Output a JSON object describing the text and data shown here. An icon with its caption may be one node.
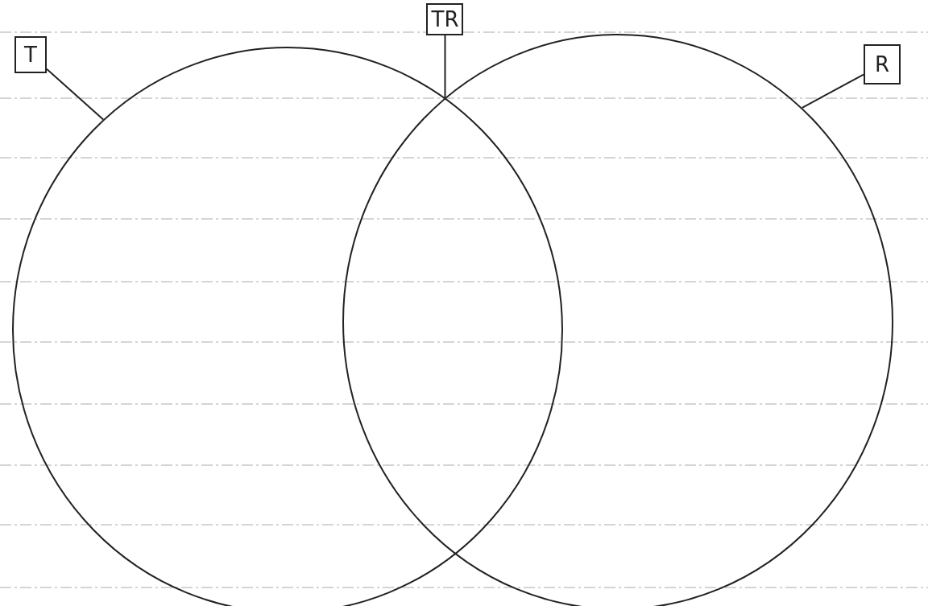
{
  "diagram": {
    "nodes": [
      {
        "text": [
          "T"
        ]
      },
      {
        "text": [
          "TR"
        ]
      },
      {
        "text": [
          "R"
        ]
      },
      {
        "text": [],
        "shape": "circle"
      },
      {
        "text": [],
        "shape": "circle"
      }
    ],
    "edges": [
      {
        "from": 0,
        "to": 3,
        "arrow": "none"
      },
      {
        "from": 1,
        "to": 3,
        "arrow": "none"
      },
      {
        "from": 2,
        "to": 4,
        "arrow": "none"
      }
    ]
  }
}
